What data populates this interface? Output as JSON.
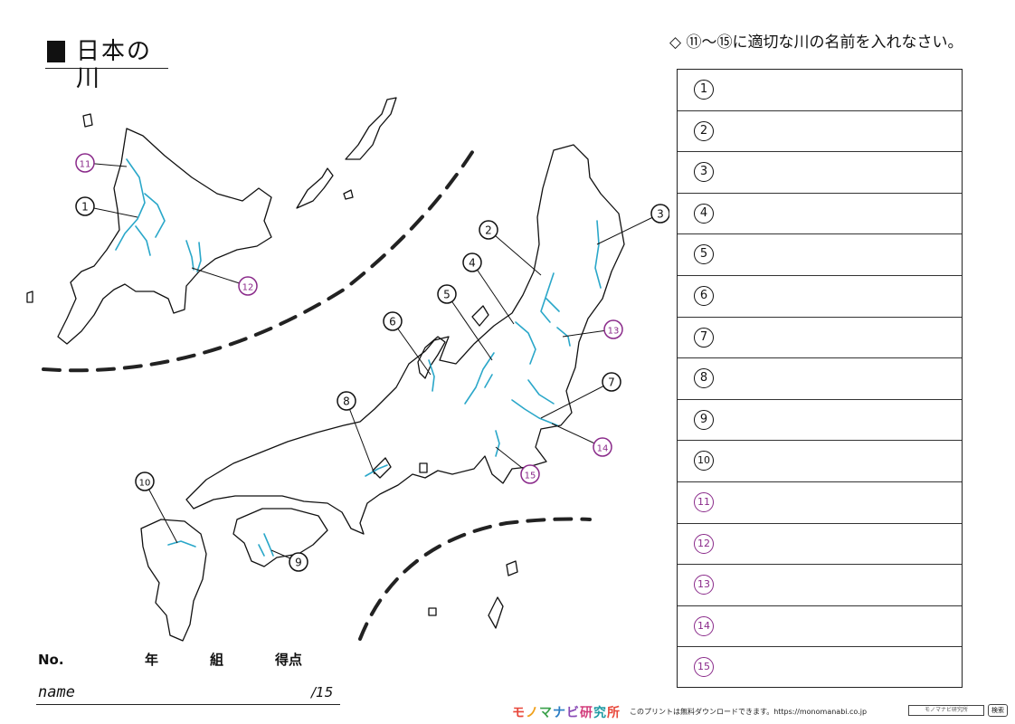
{
  "title": "日本の川",
  "instruction": "◇ ⑪～⑮に適切な川の名前を入れなさい。",
  "answer_rows": [
    {
      "num": "1",
      "color": "#111111"
    },
    {
      "num": "2",
      "color": "#111111"
    },
    {
      "num": "3",
      "color": "#111111"
    },
    {
      "num": "4",
      "color": "#111111"
    },
    {
      "num": "5",
      "color": "#111111"
    },
    {
      "num": "6",
      "color": "#111111"
    },
    {
      "num": "7",
      "color": "#111111"
    },
    {
      "num": "8",
      "color": "#111111"
    },
    {
      "num": "9",
      "color": "#111111"
    },
    {
      "num": "10",
      "color": "#111111"
    },
    {
      "num": "11",
      "color": "#8a2a8a"
    },
    {
      "num": "12",
      "color": "#8a2a8a"
    },
    {
      "num": "13",
      "color": "#8a2a8a"
    },
    {
      "num": "14",
      "color": "#8a2a8a"
    },
    {
      "num": "15",
      "color": "#8a2a8a"
    }
  ],
  "map_labels": [
    {
      "num": "11",
      "color": "#8a2a8a"
    },
    {
      "num": "1",
      "color": "#111111"
    },
    {
      "num": "12",
      "color": "#8a2a8a"
    },
    {
      "num": "2",
      "color": "#111111"
    },
    {
      "num": "3",
      "color": "#111111"
    },
    {
      "num": "4",
      "color": "#111111"
    },
    {
      "num": "5",
      "color": "#111111"
    },
    {
      "num": "6",
      "color": "#111111"
    },
    {
      "num": "13",
      "color": "#8a2a8a"
    },
    {
      "num": "7",
      "color": "#111111"
    },
    {
      "num": "8",
      "color": "#111111"
    },
    {
      "num": "14",
      "color": "#8a2a8a"
    },
    {
      "num": "15",
      "color": "#8a2a8a"
    },
    {
      "num": "10",
      "color": "#111111"
    },
    {
      "num": "9",
      "color": "#111111"
    }
  ],
  "river_color": "#2aa7c9",
  "footer": {
    "no_label": "No.",
    "year_label": "年",
    "class_label": "組",
    "score_label": "得点",
    "name_label": "name",
    "score_total": "/15"
  },
  "branding": {
    "logo_text": "モノマナビ研究所",
    "credit_text": "このプリントは無料ダウンロードできます。https://monomanabi.co.jp",
    "mini_box_text": "モノマナビ研究所",
    "mini_button_text": "検索"
  }
}
